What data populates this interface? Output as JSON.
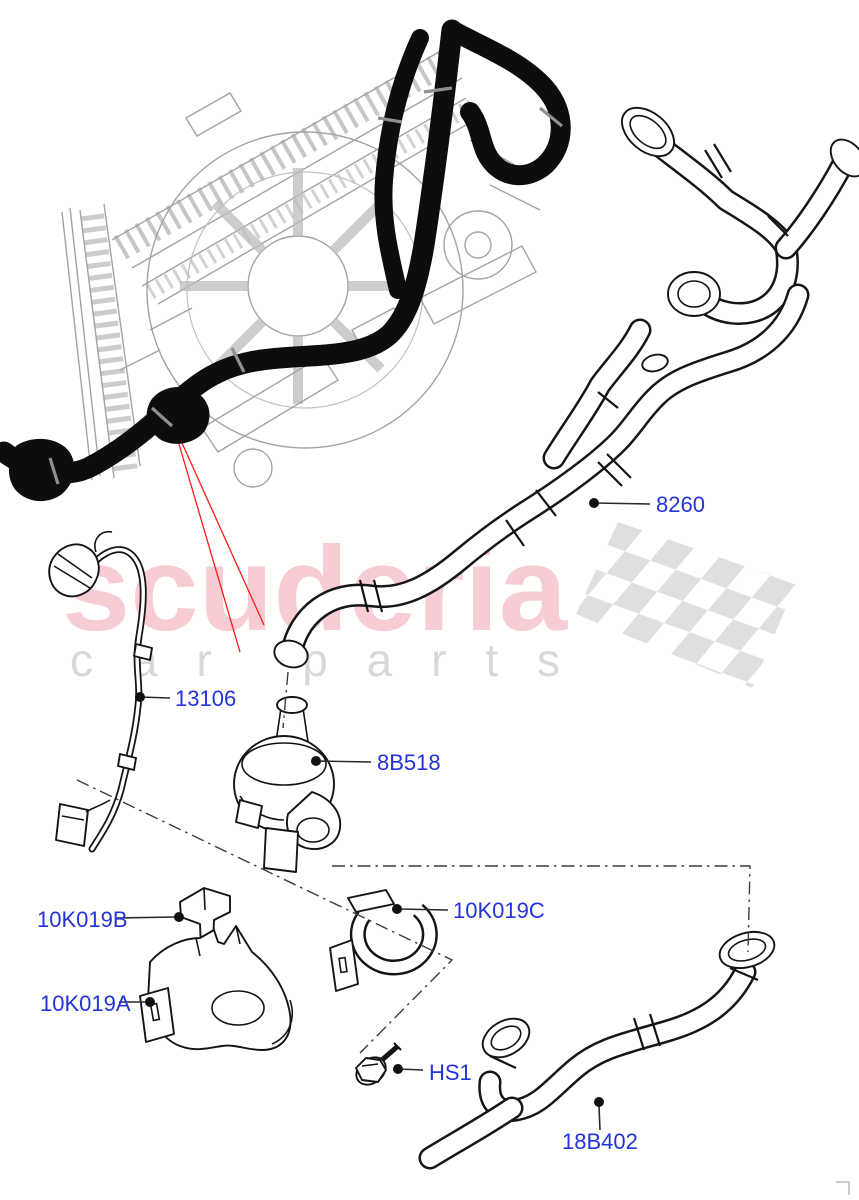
{
  "watermark": {
    "brand": "scuderia",
    "tagline": "car parts"
  },
  "colors": {
    "label_blue": "#2333dd",
    "leader_red": "#ff1a1a",
    "brand_pink": "#f7ccd2",
    "tagline_gray": "#d8d8d8"
  },
  "labels": [
    {
      "code": "8260"
    },
    {
      "code": "13106"
    },
    {
      "code": "8B518"
    },
    {
      "code": "10K019B"
    },
    {
      "code": "10K019A"
    },
    {
      "code": "10K019C"
    },
    {
      "code": "HS1"
    },
    {
      "code": "18B402"
    }
  ]
}
